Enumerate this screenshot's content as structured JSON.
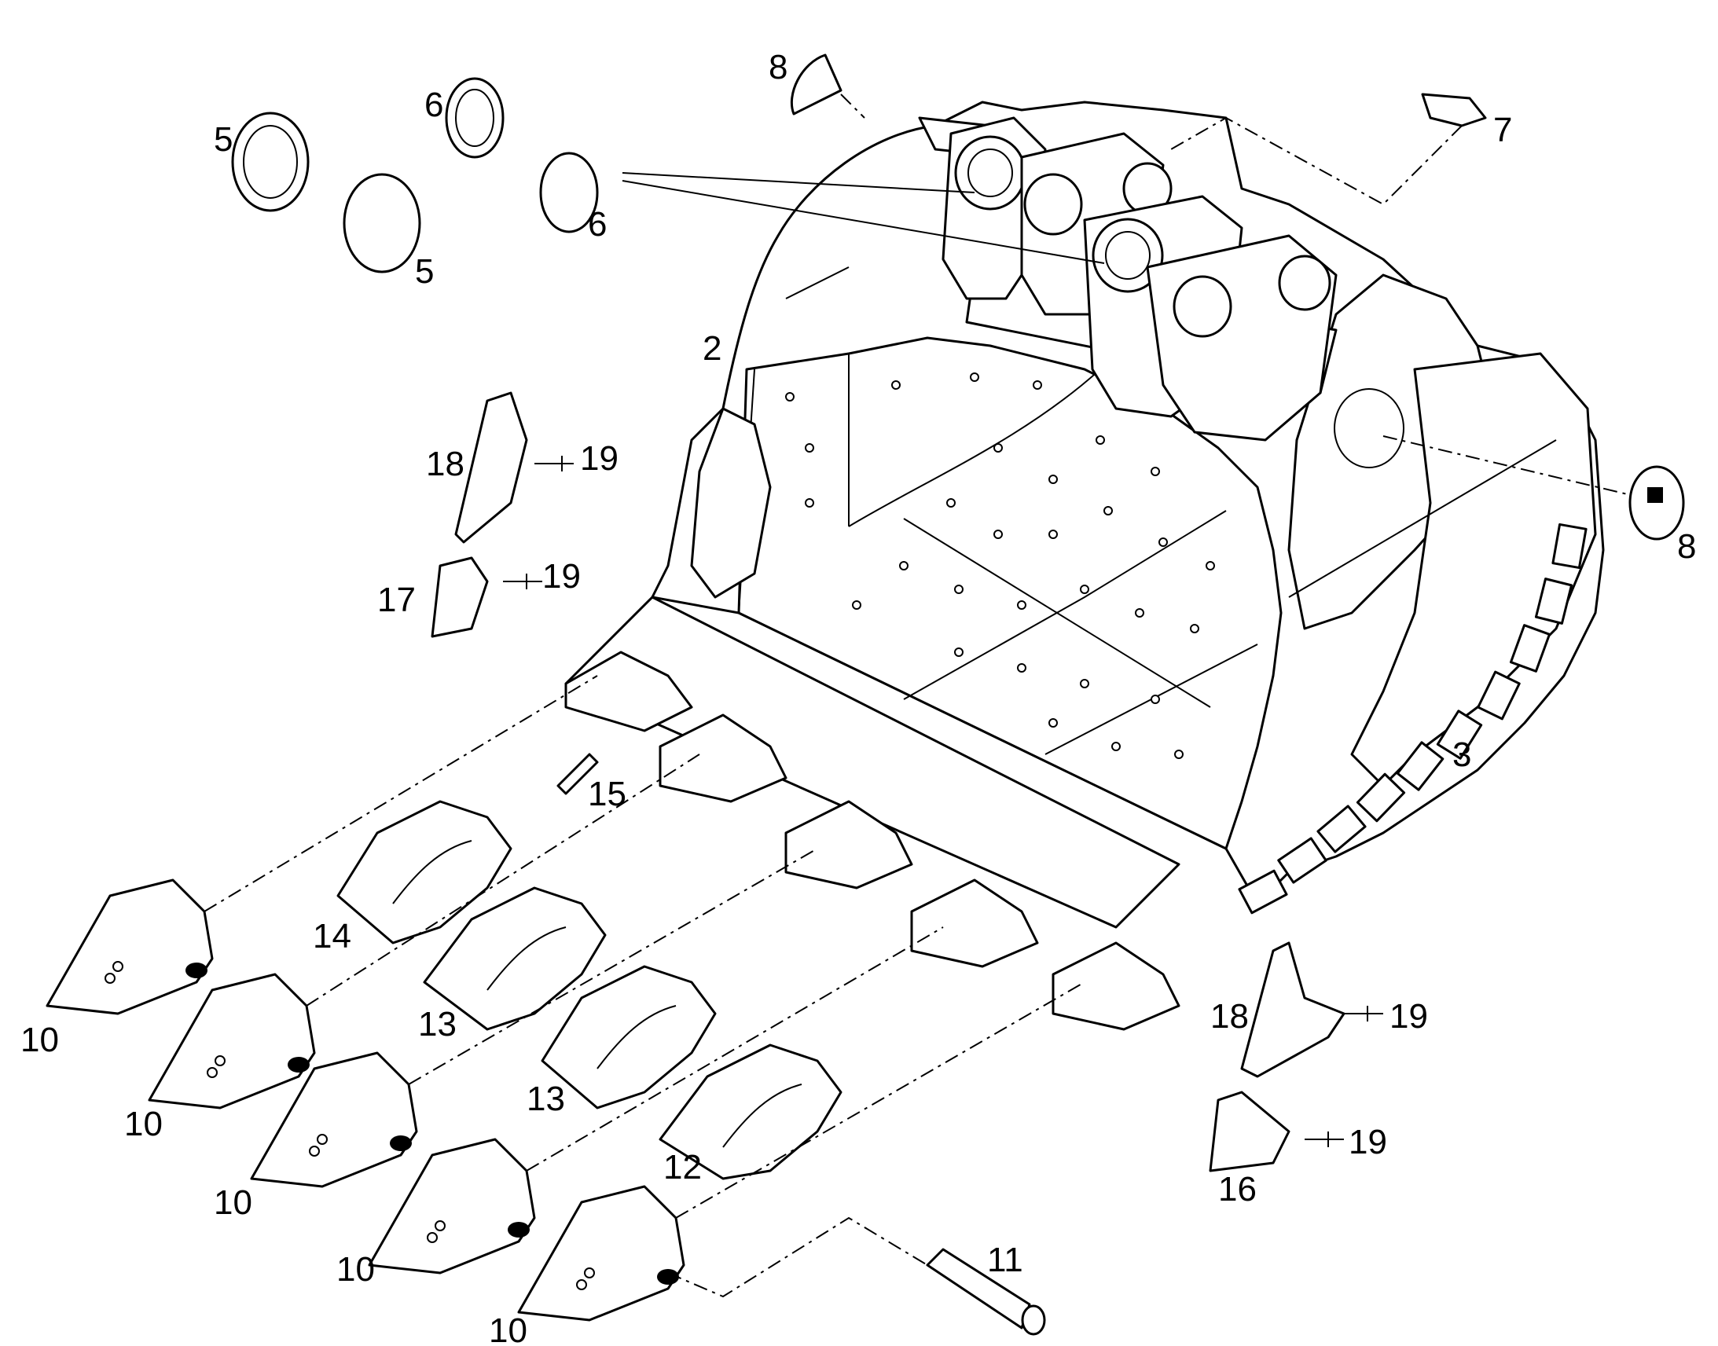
{
  "callouts": {
    "c2": "2",
    "c3": "3",
    "c5a": "5",
    "c5b": "5",
    "c6a": "6",
    "c6b": "6",
    "c7": "7",
    "c8a": "8",
    "c8b": "8",
    "c10a": "10",
    "c10b": "10",
    "c10c": "10",
    "c10d": "10",
    "c10e": "10",
    "c11": "11",
    "c12": "12",
    "c13a": "13",
    "c13b": "13",
    "c14": "14",
    "c15": "15",
    "c16": "16",
    "c17": "17",
    "c18a": "18",
    "c18b": "18",
    "c19a": "19",
    "c19b": "19",
    "c19c": "19",
    "c19d": "19"
  }
}
